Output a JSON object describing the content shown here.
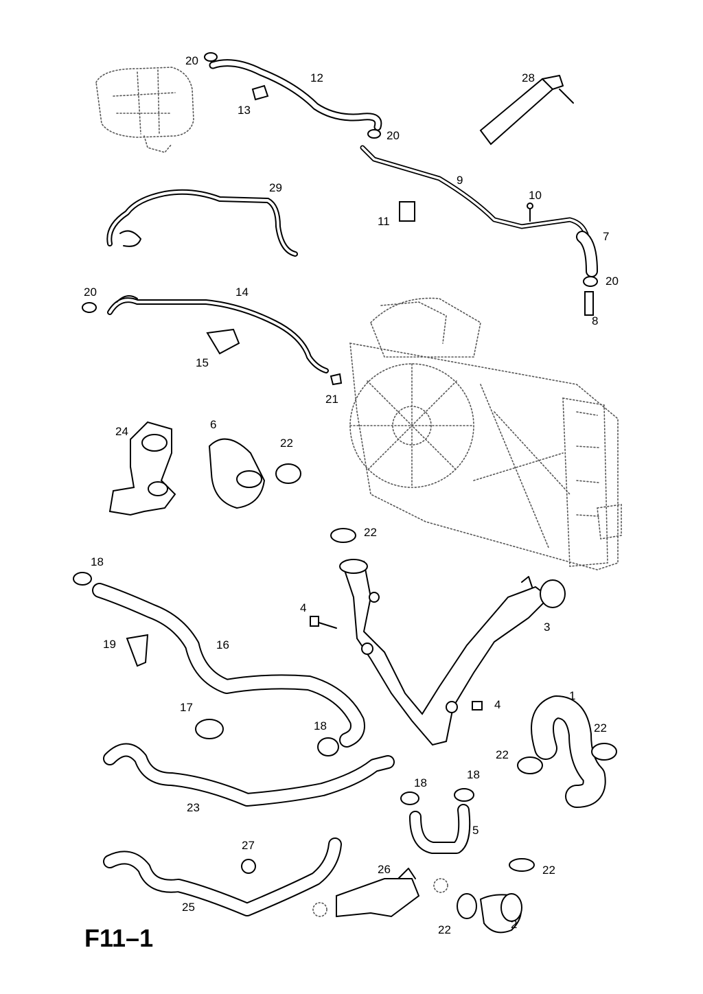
{
  "figure_id": "F11–1",
  "parts": [
    {
      "number": "1"
    },
    {
      "number": "2"
    },
    {
      "number": "3"
    },
    {
      "number": "4"
    },
    {
      "number": "5"
    },
    {
      "number": "6"
    },
    {
      "number": "7"
    },
    {
      "number": "8"
    },
    {
      "number": "9"
    },
    {
      "number": "10"
    },
    {
      "number": "11"
    },
    {
      "number": "12"
    },
    {
      "number": "13"
    },
    {
      "number": "14"
    },
    {
      "number": "15"
    },
    {
      "number": "16"
    },
    {
      "number": "17"
    },
    {
      "number": "18"
    },
    {
      "number": "19"
    },
    {
      "number": "20"
    },
    {
      "number": "21"
    },
    {
      "number": "22"
    },
    {
      "number": "23"
    },
    {
      "number": "24"
    },
    {
      "number": "25"
    },
    {
      "number": "26"
    },
    {
      "number": "27"
    },
    {
      "number": "28"
    },
    {
      "number": "29"
    }
  ],
  "colors": {
    "line": "#000000",
    "background": "#ffffff",
    "context": "#555555"
  }
}
